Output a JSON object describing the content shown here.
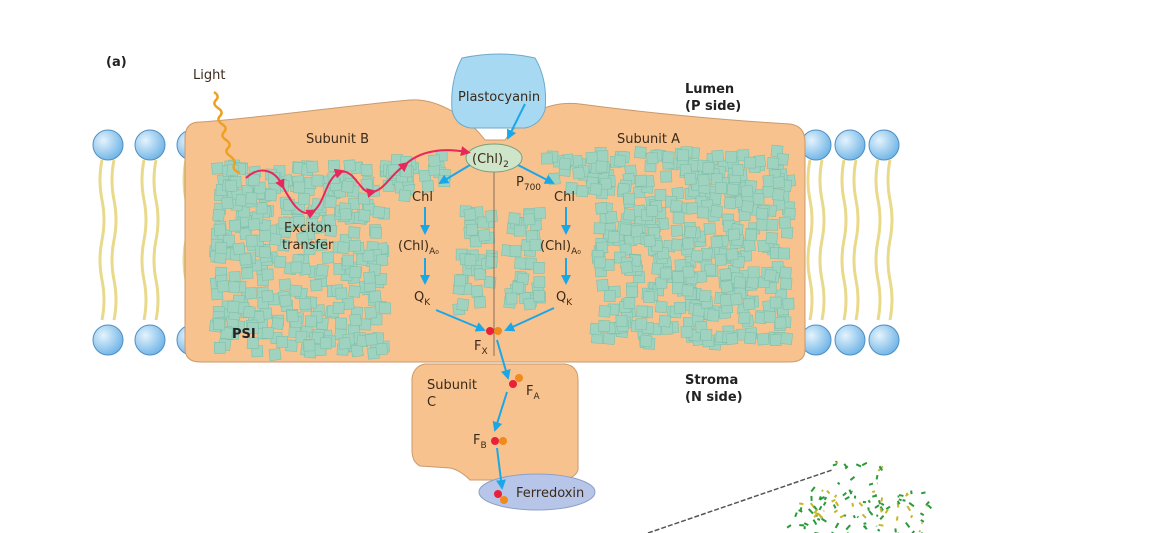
{
  "panel_label": "(a)",
  "light": "Light",
  "subunit_b": "Subunit B",
  "subunit_a": "Subunit A",
  "subunit_c": [
    "Subunit",
    "C"
  ],
  "plastocyanin": "Plastocyanin",
  "lumen": [
    "Lumen",
    "(P side)"
  ],
  "stroma": [
    "Stroma",
    "(N side)"
  ],
  "chl2": {
    "main": "(Chl)",
    "sub": "2"
  },
  "p700": {
    "main": "P",
    "sub": "700"
  },
  "chl_left": "Chl",
  "chl_right": "Chl",
  "chla0": {
    "main": "(Chl)",
    "sub": "A₀"
  },
  "qk": {
    "main": "Q",
    "sub": "K"
  },
  "fx": {
    "main": "F",
    "sub": "X"
  },
  "fa": {
    "main": "F",
    "sub": "A"
  },
  "fb": {
    "main": "F",
    "sub": "B"
  },
  "ferredoxin": "Ferredoxin",
  "exciton": [
    "Exciton",
    "transfer"
  ],
  "psi": "PSI",
  "colors": {
    "protein": "#f7c28e",
    "chlorophyll": "#9fd3c0",
    "arrow": "#1aa7e8",
    "exciton": "#e8275a",
    "lipid_head": "#8ec7ee",
    "plastocyanin": "#a8d9f2",
    "ferredoxin": "#b7c5e8"
  }
}
